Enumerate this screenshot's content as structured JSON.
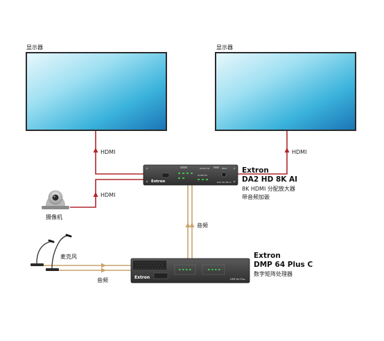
{
  "displays": {
    "left_label": "显示器",
    "right_label": "显示器"
  },
  "camera": {
    "label": "摄像机"
  },
  "microphone": {
    "label": "麦克风"
  },
  "connections": {
    "hdmi_left": "HDMI",
    "hdmi_right": "HDMI",
    "hdmi_camera": "HDMI",
    "audio_vertical": "音频",
    "audio_mic": "音频"
  },
  "da2": {
    "brand": "Extron",
    "model": "DA2 HD 8K AI",
    "desc_line1": "8K HDMI 分配放大器",
    "desc_line2": "带音频加嵌",
    "panel_model": "DA2 HD 8K AI",
    "panel_logo": "Extron",
    "panel_audio": "AUDIO IN",
    "panel_outputs": "OUTPUTS",
    "panel_edid": "EDID"
  },
  "dmp": {
    "brand": "Extron",
    "model": "DMP 64 Plus C",
    "desc": "数字矩阵处理器",
    "panel_model": "DMP 64 Plus",
    "panel_logo": "Extron"
  },
  "colors": {
    "hdmi": "#b0252a",
    "audio": "#c9a46a",
    "device": "#3a3a3a"
  }
}
